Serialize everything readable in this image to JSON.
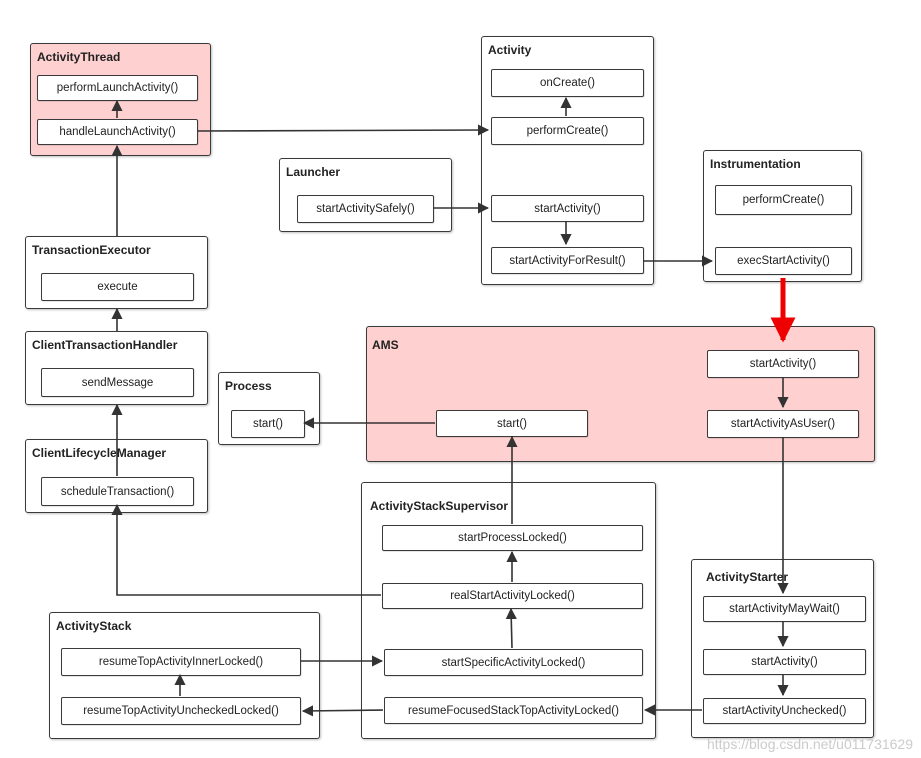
{
  "groups": {
    "activity_thread": {
      "title": "ActivityThread",
      "methods": [
        "performLaunchActivity()",
        "handleLaunchActivity()"
      ]
    },
    "activity": {
      "title": "Activity",
      "methods": [
        "onCreate()",
        "performCreate()",
        "startActivity()",
        "startActivityForResult()"
      ]
    },
    "launcher": {
      "title": "Launcher",
      "methods": [
        "startActivitySafely()"
      ]
    },
    "instrumentation": {
      "title": "Instrumentation",
      "methods": [
        "performCreate()",
        "execStartActivity()"
      ]
    },
    "transaction_executor": {
      "title": "TransactionExecutor",
      "methods": [
        "execute"
      ]
    },
    "client_transaction_handler": {
      "title": "ClientTransactionHandler",
      "methods": [
        "sendMessage"
      ]
    },
    "client_lifecycle_manager": {
      "title": "ClientLifecycleManager",
      "methods": [
        "scheduleTransaction()"
      ]
    },
    "process": {
      "title": "Process",
      "methods": [
        "start()"
      ]
    },
    "ams": {
      "title": "AMS",
      "methods": [
        "start()",
        "startActivity()",
        "startActivityAsUser()"
      ]
    },
    "activity_stack_supervisor": {
      "title": "ActivityStackSupervisor",
      "methods": [
        "startProcessLocked()",
        "realStartActivityLocked()",
        "startSpecificActivityLocked()",
        "resumeFocusedStackTopActivityLocked()"
      ]
    },
    "activity_starter": {
      "title": "ActivityStarter",
      "methods": [
        "startActivityMayWait()",
        "startActivity()",
        "startActivityUnchecked()"
      ]
    },
    "activity_stack": {
      "title": "ActivityStack",
      "methods": [
        "resumeTopActivityInnerLocked()",
        "resumeTopActivityUncheckedLocked()"
      ]
    }
  },
  "watermark": "https://blog.csdn.net/u011731629",
  "colors": {
    "pink_fill": "#ffd0d0",
    "highlight_arrow": "#ee0000",
    "line": "#333333"
  }
}
